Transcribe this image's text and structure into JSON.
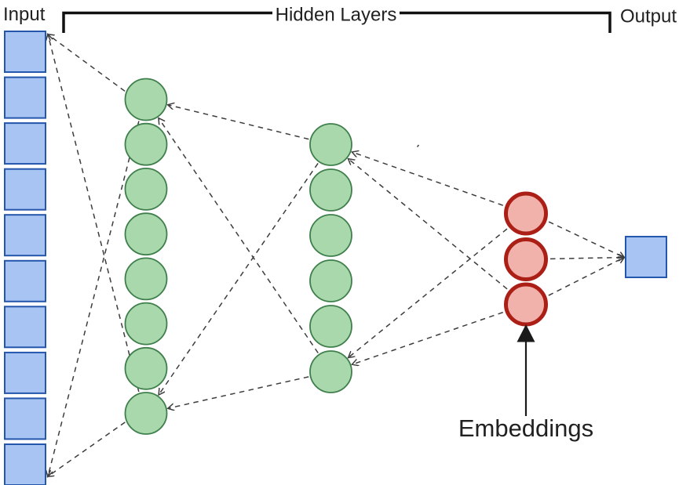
{
  "labels": {
    "input": "Input",
    "hidden_layers": "Hidden Layers",
    "output": "Output",
    "embeddings": "Embeddings"
  },
  "diagram": {
    "type": "neural-network-autoencoder",
    "background": "#ffffff",
    "layers": [
      {
        "id": "input",
        "shape": "square",
        "count": 10,
        "fill": "#a7c4f2",
        "stroke": "#2456ac",
        "stroke_width": 2
      },
      {
        "id": "hidden1",
        "shape": "circle",
        "count": 8,
        "fill": "#a9d8ad",
        "stroke": "#3f7f4c",
        "stroke_width": 1.8
      },
      {
        "id": "hidden2",
        "shape": "circle",
        "count": 6,
        "fill": "#a9d8ad",
        "stroke": "#3f7f4c",
        "stroke_width": 1.8
      },
      {
        "id": "embeddings",
        "shape": "circle",
        "count": 3,
        "fill": "#f2b2ac",
        "stroke": "#ab1f16",
        "stroke_width": 5
      },
      {
        "id": "output",
        "shape": "square",
        "count": 1,
        "fill": "#a7c4f2",
        "stroke": "#2456ac",
        "stroke_width": 2
      }
    ],
    "edges": [
      {
        "from": "hidden1.0",
        "to": "input.0"
      },
      {
        "from": "hidden1.7",
        "to": "input.0"
      },
      {
        "from": "hidden1.0",
        "to": "input.9"
      },
      {
        "from": "hidden1.7",
        "to": "input.9"
      },
      {
        "from": "hidden2.0",
        "to": "hidden1.0"
      },
      {
        "from": "hidden2.5",
        "to": "hidden1.0"
      },
      {
        "from": "hidden2.0",
        "to": "hidden1.7"
      },
      {
        "from": "hidden2.5",
        "to": "hidden1.7"
      },
      {
        "from": "embeddings.0",
        "to": "hidden2.0"
      },
      {
        "from": "embeddings.2",
        "to": "hidden2.0"
      },
      {
        "from": "embeddings.0",
        "to": "hidden2.5"
      },
      {
        "from": "embeddings.2",
        "to": "hidden2.5"
      },
      {
        "from": "embeddings.0",
        "to": "output.0"
      },
      {
        "from": "embeddings.1",
        "to": "output.0"
      },
      {
        "from": "embeddings.2",
        "to": "output.0"
      }
    ],
    "edge_style": {
      "color": "#3d3d3d",
      "dash": "6.5 5.5",
      "width": 1.5,
      "arrow_at": "to",
      "arrow_shape": "open-v"
    },
    "annotation_color": "#1a1a1a",
    "bracket_color": "#111111"
  }
}
